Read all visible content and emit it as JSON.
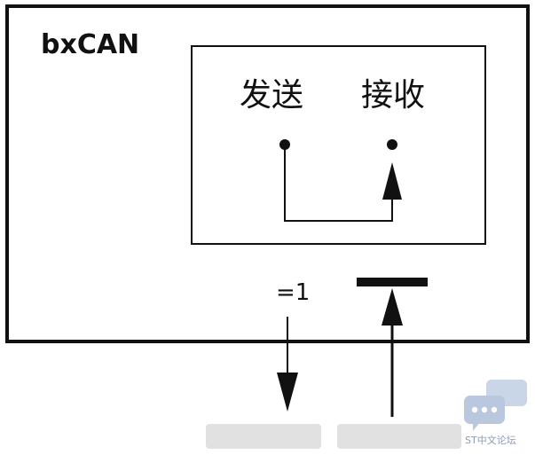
{
  "diagram": {
    "block_title": "bxCAN",
    "tx_label": "发送",
    "rx_label": "接收",
    "output_value": "=1"
  },
  "watermark": {
    "text": "ST中文论坛"
  },
  "colors": {
    "line": "#111111",
    "background": "#ffffff",
    "watermark_bubble": "#b9c8de"
  }
}
